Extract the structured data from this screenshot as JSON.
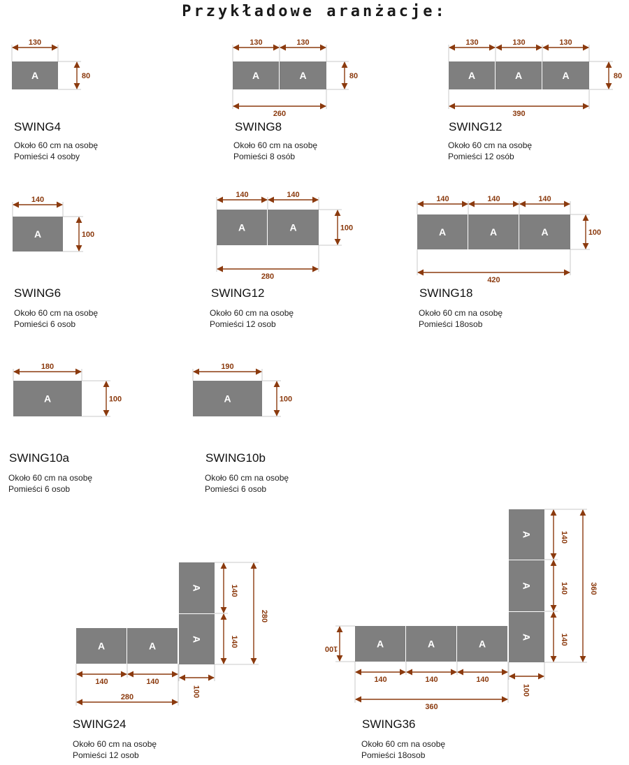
{
  "title": "Przykładowe aranżacje:",
  "colors": {
    "table": "#7f7f7f",
    "table_text": "#ffffff",
    "arrow": "#8b3a0e",
    "dim_text": "#8b3a0e",
    "line": "#c8c8c8"
  },
  "table_label": "A",
  "arrangements": [
    {
      "name": "SWING4",
      "per_person": "Około 60 cm na osobę",
      "capacity": "Pomieści  4 osoby",
      "segments": [
        "130"
      ],
      "depth": "80"
    },
    {
      "name": "SWING8",
      "per_person": "Około 60 cm na osobę",
      "capacity": "Pomieści  8 osób",
      "segments": [
        "130",
        "130"
      ],
      "total": "260",
      "depth": "80"
    },
    {
      "name": "SWING12",
      "per_person": "Około 60 cm na osobę",
      "capacity": "Pomieści  12 osób",
      "segments": [
        "130",
        "130",
        "130"
      ],
      "total": "390",
      "depth": "80"
    },
    {
      "name": "SWING6",
      "per_person": "Około 60 cm na osobę",
      "capacity": "Pomieści  6 osob",
      "segments": [
        "140"
      ],
      "depth": "100"
    },
    {
      "name": "SWING12",
      "per_person": "Około 60 cm na osobę",
      "capacity": "Pomieści  12 osob",
      "segments": [
        "140",
        "140"
      ],
      "total": "280",
      "depth": "100"
    },
    {
      "name": "SWING18",
      "per_person": "Około 60 cm na osobę",
      "capacity": "Pomieści  18osob",
      "segments": [
        "140",
        "140",
        "140"
      ],
      "total": "420",
      "depth": "100"
    },
    {
      "name": "SWING10a",
      "per_person": "Około 60 cm na osobę",
      "capacity": "Pomieści  6 osob",
      "segments": [
        "180"
      ],
      "depth": "100"
    },
    {
      "name": "SWING10b",
      "per_person": "Około 60 cm na osobę",
      "capacity": "Pomieści  6 osob",
      "segments": [
        "190"
      ],
      "depth": "100"
    },
    {
      "name": "SWING24",
      "per_person": "Około 60 cm na osobę",
      "capacity": "Pomieści  12 osob",
      "segments": [
        "140",
        "140"
      ],
      "total": "280",
      "depth": "100",
      "vertical_segments": [
        "140",
        "140"
      ],
      "vertical_total": "280"
    },
    {
      "name": "SWING36",
      "per_person": "Około 60 cm na osobę",
      "capacity": "Pomieści  18osob",
      "segments": [
        "140",
        "140",
        "140"
      ],
      "total": "360",
      "depth": "100",
      "vertical_segments": [
        "140",
        "140",
        "140"
      ],
      "vertical_total": "360"
    }
  ]
}
